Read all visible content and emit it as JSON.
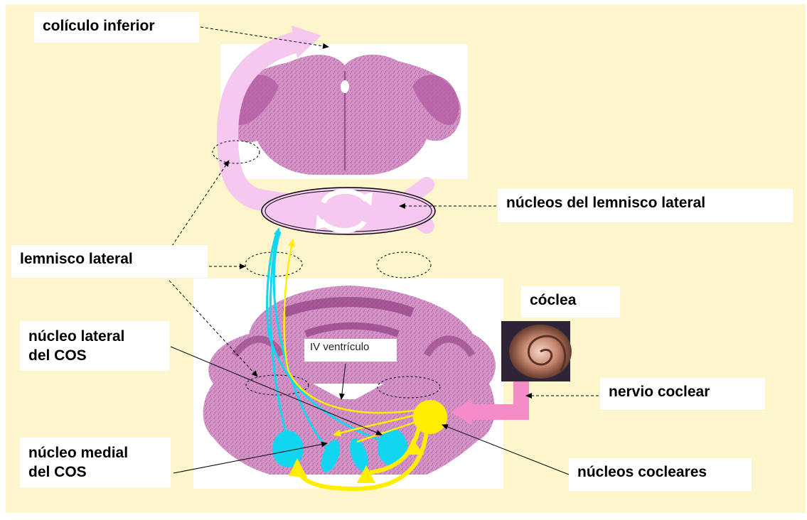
{
  "colors": {
    "background": "#fdf6cc",
    "label_bg": "#ffffff",
    "lemniscus_arrow": "#f6c8f0",
    "cyan_pathway": "#12d6f0",
    "yellow_pathway": "#ffee00",
    "cochlear_nerve_arrow": "#f58cc8",
    "tissue_stain": "#c97ab6"
  },
  "labels": {
    "coliculo_inferior": "colículo inferior",
    "nucleos_lemnisco_lateral": "núcleos del lemnisco lateral",
    "lemnisco_lateral": "lemnisco lateral",
    "coclea": "cóclea",
    "nucleo_lateral_cos": [
      "núcleo lateral",
      "del COS"
    ],
    "iv_ventriculo": "IV ventrículo",
    "nervio_coclear": "nervio coclear",
    "nucleo_medial_cos": [
      "núcleo medial",
      "del COS"
    ],
    "nucleos_cocleares": "núcleos cocleares"
  },
  "icons": {
    "cochlea_photo": "cochlea-icon",
    "midbrain_section": "brain-section-icon",
    "brainstem_section": "brainstem-section-icon"
  }
}
